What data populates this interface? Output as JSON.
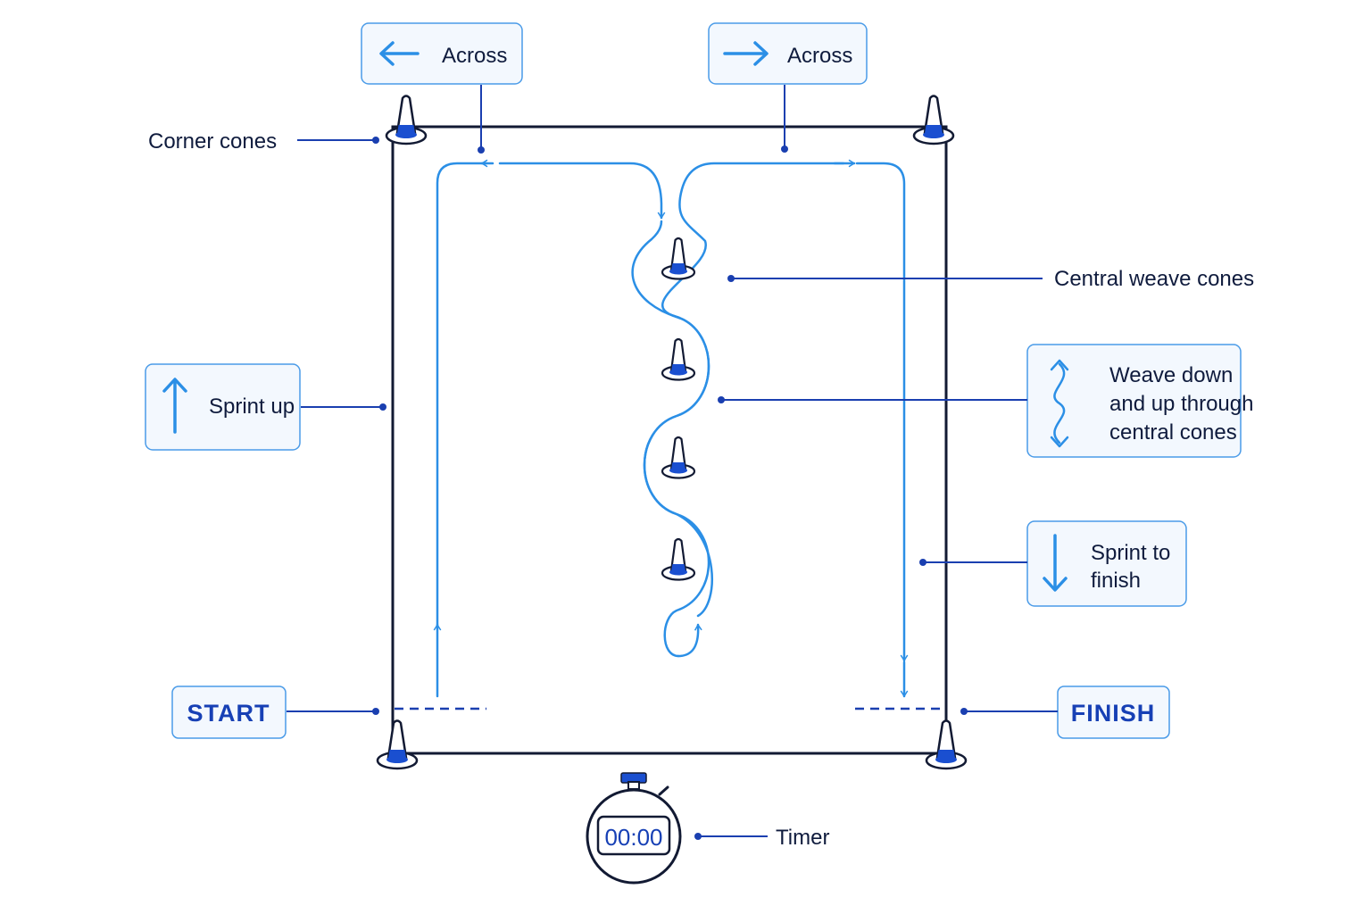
{
  "labels": {
    "across_left": "Across",
    "across_right": "Across",
    "corner_cones": "Corner cones",
    "central_weave_cones": "Central weave cones",
    "weave_line1": "Weave down",
    "weave_line2": "and up through",
    "weave_line3": "central cones",
    "sprint_up": "Sprint up",
    "sprint_finish_line1": "Sprint to",
    "sprint_finish_line2": "finish",
    "start": "START",
    "finish": "FINISH",
    "timer": "Timer",
    "timer_display": "00:00"
  },
  "colors": {
    "path": "#2b8fe6",
    "leader": "#1a3fb0",
    "field": "#121a33",
    "box_fill": "#f3f8fe",
    "box_stroke": "#4a9be8",
    "cone_band": "#1a4fd0"
  },
  "icons": [
    "arrow-left-icon",
    "arrow-right-icon",
    "arrow-up-icon",
    "arrow-down-icon",
    "wave-icon",
    "cone-icon",
    "stopwatch-icon"
  ]
}
